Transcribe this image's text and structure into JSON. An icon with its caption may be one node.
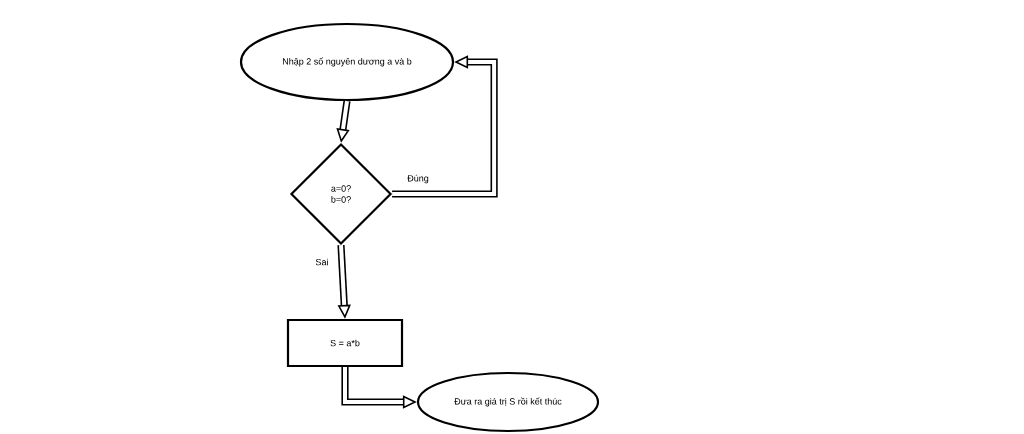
{
  "diagram": {
    "nodes": [
      {
        "text": [
          "Nhập 2 số nguyên dương a và b"
        ]
      },
      {
        "text": [
          "a=0? b=0?"
        ]
      },
      {
        "text": [
          "S = a*b"
        ]
      },
      {
        "text": [
          "Đưa ra giá trị S rồi kết thúc"
        ]
      }
    ],
    "edges": [
      {
        "from": 0,
        "to": 1,
        "arrow": "to"
      },
      {
        "from": 1,
        "to": 0,
        "arrow": "to",
        "label": "Đúng"
      },
      {
        "from": 1,
        "to": 2,
        "arrow": "to",
        "label": "Sai"
      },
      {
        "from": 2,
        "to": 3,
        "arrow": "to"
      }
    ]
  }
}
